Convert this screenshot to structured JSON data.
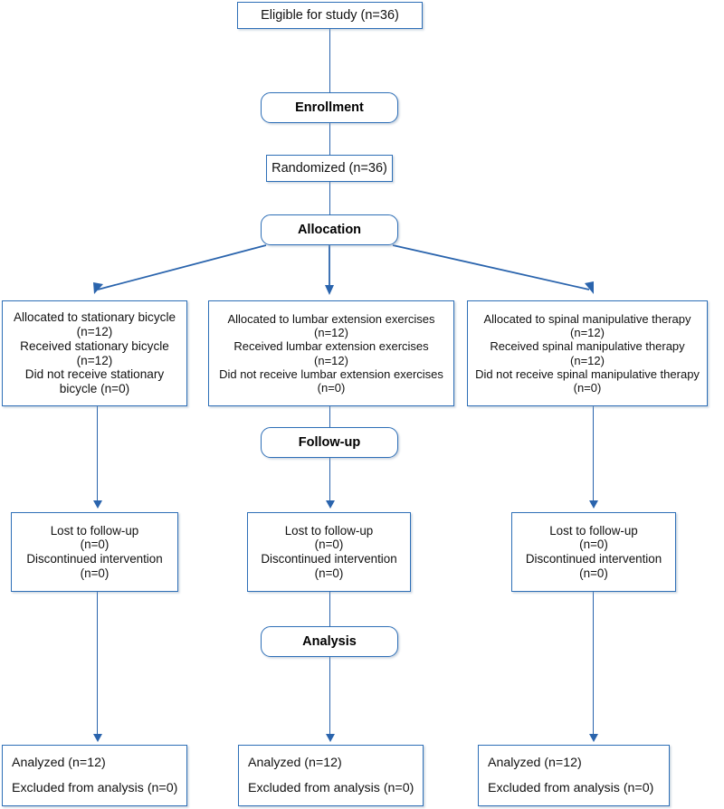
{
  "diagram": {
    "title": "CONSORT participant flow diagram",
    "colors": {
      "border": "#2e6fb7",
      "connector": "#2a64ad",
      "background": "#ffffff",
      "text": "#111111"
    },
    "top_box": {
      "label": "Eligible for study (n=36)"
    },
    "stages": [
      {
        "key": "enrollment",
        "label": "Enrollment"
      },
      {
        "key": "allocation",
        "label": "Allocation"
      },
      {
        "key": "followup",
        "label": "Follow-up"
      },
      {
        "key": "analysis",
        "label": "Analysis"
      }
    ],
    "randomized_box": {
      "label": "Randomized (n=36)"
    },
    "allocation_boxes": [
      {
        "arm": "stationary-bicycle",
        "label": "Allocated to stationary bicycle\n(n=12)\nReceived stationary bicycle\n(n=12)\nDid not receive stationary\nbicycle (n=0)"
      },
      {
        "arm": "lumbar-extension-exercises",
        "label": "Allocated to lumbar extension exercises\n(n=12)\nReceived lumbar extension exercises\n(n=12)\nDid not receive lumbar extension exercises\n(n=0)"
      },
      {
        "arm": "spinal-manipulative-therapy",
        "label": "Allocated to spinal manipulative therapy\n(n=12)\nReceived spinal manipulative therapy\n(n=12)\nDid not receive spinal manipulative therapy\n(n=0)"
      }
    ],
    "followup_boxes": [
      {
        "arm": "stationary-bicycle",
        "label": "Lost to follow-up\n(n=0)\nDiscontinued intervention\n(n=0)"
      },
      {
        "arm": "lumbar-extension-exercises",
        "label": "Lost to follow-up\n(n=0)\nDiscontinued intervention\n(n=0)"
      },
      {
        "arm": "spinal-manipulative-therapy",
        "label": "Lost to follow-up\n(n=0)\nDiscontinued intervention\n(n=0)"
      }
    ],
    "analysis_boxes": [
      {
        "arm": "stationary-bicycle",
        "line1": "Analyzed (n=12)",
        "line2": "Excluded from analysis (n=0)"
      },
      {
        "arm": "lumbar-extension-exercises",
        "line1": "Analyzed (n=12)",
        "line2": "Excluded from analysis (n=0)"
      },
      {
        "arm": "spinal-manipulative-therapy",
        "line1": "Analyzed (n=12)",
        "line2": "Excluded from analysis (n=0)"
      }
    ]
  }
}
